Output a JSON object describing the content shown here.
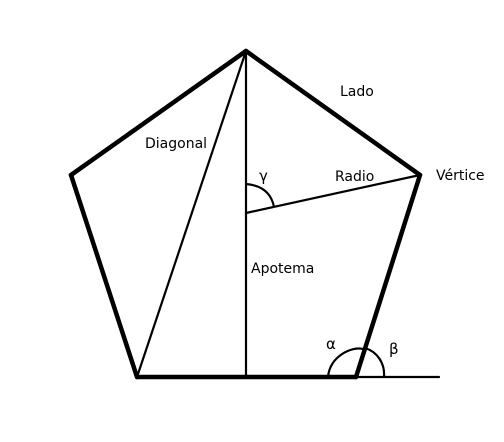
{
  "labels": {
    "side": "Lado",
    "diagonal": "Diagonal",
    "radius": "Radio",
    "vertex": "Vértice",
    "apothem": "Apotema"
  },
  "angles": {
    "gamma": "γ",
    "alpha": "α",
    "beta": "β"
  },
  "colors": {
    "stroke": "#000000",
    "background": "#ffffff"
  }
}
